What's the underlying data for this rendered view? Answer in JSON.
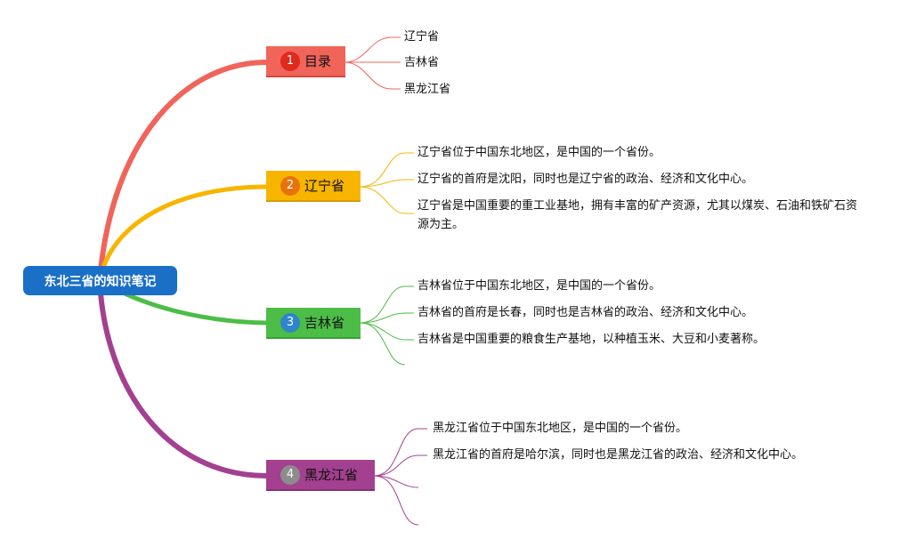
{
  "root": {
    "label": "东北三省的知识笔记"
  },
  "branches": [
    {
      "num": "1",
      "label": "目录",
      "color": "#f0645a",
      "badge": "#e02a1c",
      "items": [
        "辽宁省",
        "吉林省",
        "黑龙江省"
      ]
    },
    {
      "num": "2",
      "label": "辽宁省",
      "color": "#f7b500",
      "badge": "#e8730c",
      "items": [
        "辽宁省位于中国东北地区，是中国的一个省份。",
        "辽宁省的首府是沈阳，同时也是辽宁省的政治、经济和文化中心。",
        "辽宁省是中国重要的重工业基地，拥有丰富的矿产资源，尤其以煤炭、石油和铁矿石资源为主。"
      ]
    },
    {
      "num": "3",
      "label": "吉林省",
      "color": "#4cbd47",
      "badge": "#2e86c9",
      "items": [
        "吉林省位于中国东北地区，是中国的一个省份。",
        "吉林省的首府是长春，同时也是吉林省的政治、经济和文化中心。",
        "吉林省是中国重要的粮食生产基地，以种植玉米、大豆和小麦著称。"
      ]
    },
    {
      "num": "4",
      "label": "黑龙江省",
      "color": "#a3408f",
      "badge": "#8c8c8c",
      "items": [
        "黑龙江省位于中国东北地区，是中国的一个省份。",
        "黑龙江省的首府是哈尔滨，同时也是黑龙江省的政治、经济和文化中心。"
      ]
    }
  ]
}
